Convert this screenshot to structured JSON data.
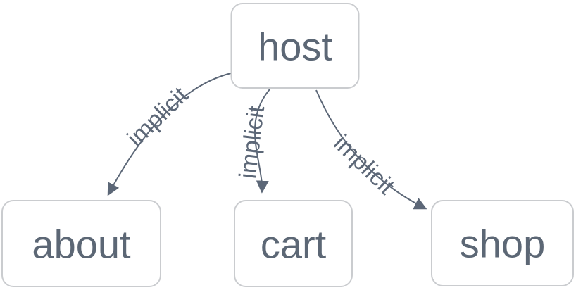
{
  "diagram": {
    "type": "dependency-graph",
    "background_color": "#ffffff",
    "colors": {
      "node_fill": "#ffffff",
      "node_border": "#cacccf",
      "node_text": "#5c6775",
      "edge_stroke": "#5c6777",
      "edge_label_text": "#5c6777"
    },
    "nodes": [
      {
        "id": "host",
        "label": "host"
      },
      {
        "id": "about",
        "label": "about"
      },
      {
        "id": "cart",
        "label": "cart"
      },
      {
        "id": "shop",
        "label": "shop"
      }
    ],
    "edges": [
      {
        "from": "host",
        "to": "about",
        "label": "implicit",
        "arrow": "end"
      },
      {
        "from": "host",
        "to": "cart",
        "label": "implicit",
        "arrow": "end"
      },
      {
        "from": "host",
        "to": "shop",
        "label": "implicit",
        "arrow": "end"
      }
    ]
  }
}
